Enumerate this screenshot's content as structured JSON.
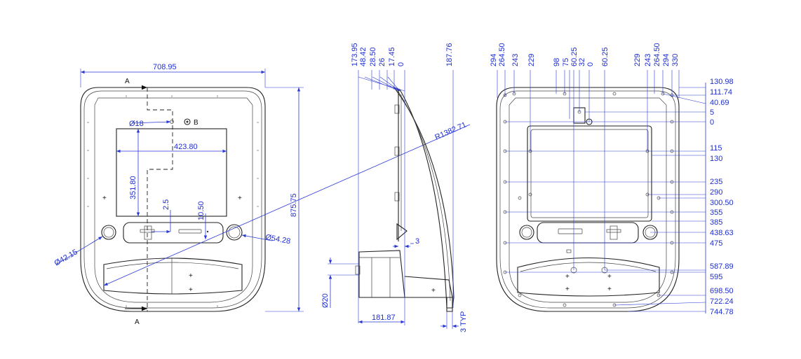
{
  "front_view": {
    "width_dim": "708.95",
    "height_dim": "875.75",
    "window_width_dim": "423.80",
    "window_height_dim": "351.80",
    "hole_dia": "Ø18",
    "datum_b": "B",
    "offset_small": "2.5",
    "offset_slot": "10.50",
    "left_dia": "Ø42.15",
    "right_dia": "Ø54.28",
    "section_label_top": "A",
    "section_label_bottom": "A"
  },
  "side_view": {
    "top_dims": [
      "173.95",
      "48.42",
      "28.50",
      "26",
      "17.45",
      "0",
      "187.76"
    ],
    "radius_dim": "R1382.71",
    "gap_dim": "3",
    "base_dia": "Ø20",
    "base_width_dim": "181.87",
    "typ_dim": "3 TYP"
  },
  "rear_view": {
    "top_dims": [
      "294",
      "264.50",
      "243",
      "229",
      "98",
      "75",
      "60.25",
      "32",
      "0",
      "60.25",
      "229",
      "243",
      "264.50",
      "294",
      "330"
    ],
    "right_dims": [
      "130.98",
      "111.74",
      "40.69",
      "5",
      "0",
      "115",
      "130",
      "235",
      "290",
      "300.50",
      "355",
      "385",
      "438.63",
      "475",
      "587.89",
      "595",
      "698.50",
      "722.24",
      "744.78"
    ]
  }
}
